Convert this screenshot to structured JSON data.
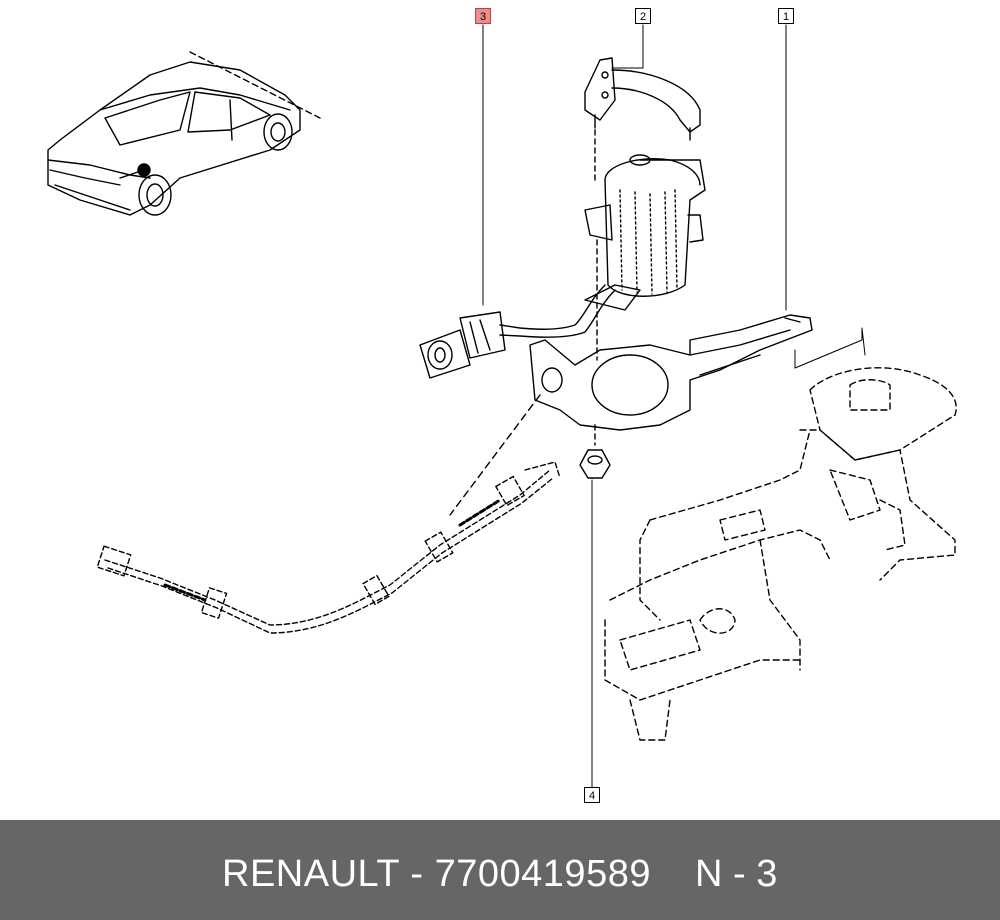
{
  "callouts": {
    "c1": "1",
    "c2": "2",
    "c3": "3",
    "c4": "4"
  },
  "footer": {
    "part_label": "RENAULT - 7700419589",
    "ref_label": "N - 3"
  },
  "colors": {
    "footer_bg": "#666666",
    "highlight": "#f08c8c",
    "line": "#000000"
  }
}
